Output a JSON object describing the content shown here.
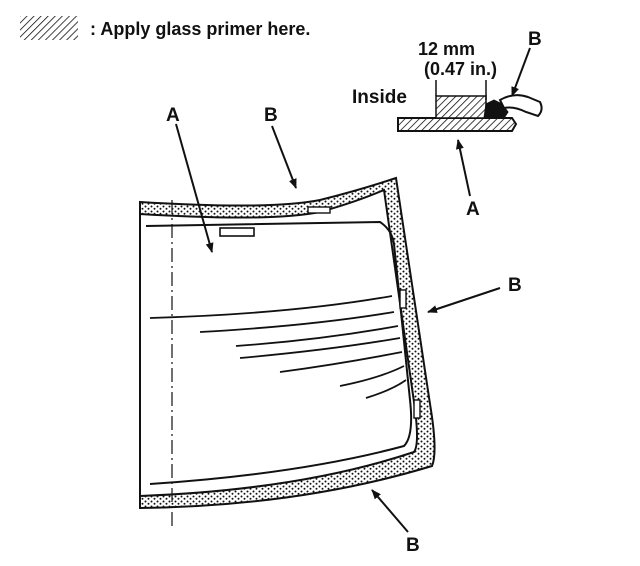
{
  "legend": {
    "text": ": Apply glass primer here.",
    "swatch_icon": "hatched-swatch-icon"
  },
  "inset": {
    "dimension_mm": "12 mm",
    "dimension_in": "(0.47 in.)",
    "inside_label": "Inside",
    "label_a": "A",
    "label_b": "B"
  },
  "main": {
    "label_a": "A",
    "label_b_top": "B",
    "label_b_right": "B",
    "label_b_bottom": "B"
  },
  "colors": {
    "ink": "#111111",
    "paper": "#ffffff"
  }
}
